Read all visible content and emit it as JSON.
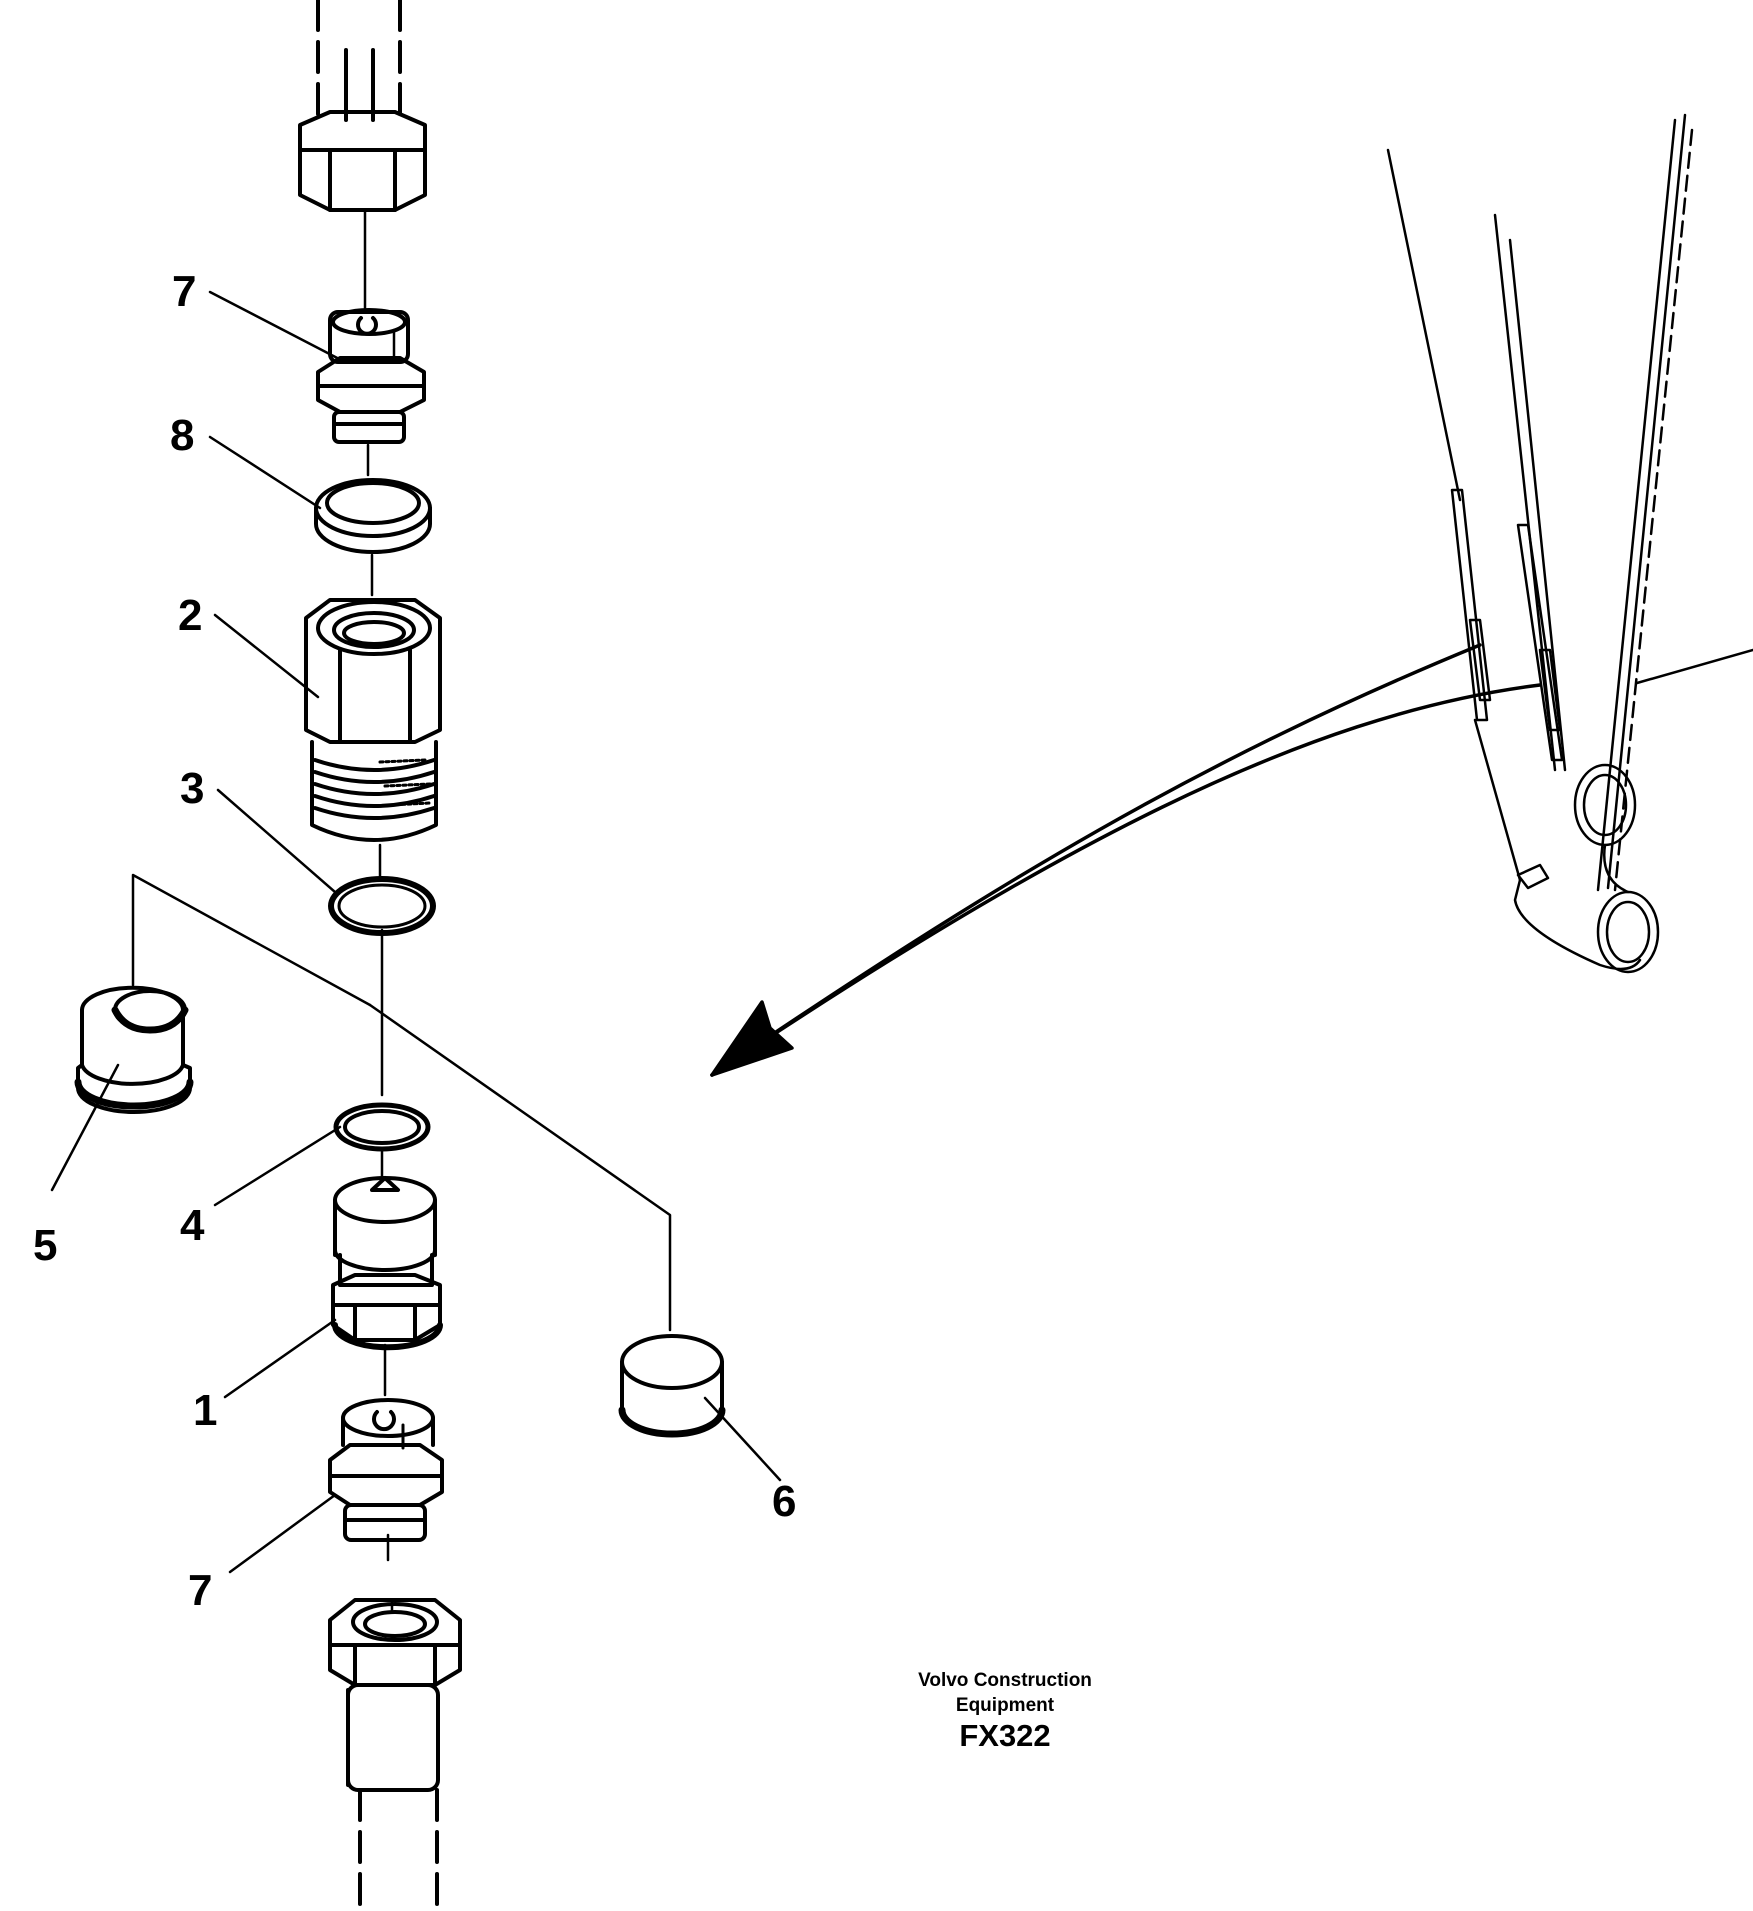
{
  "callouts": {
    "c7_top": "7",
    "c8": "8",
    "c2": "2",
    "c3": "3",
    "c5": "5",
    "c4": "4",
    "c1": "1",
    "c6": "6",
    "c7_bottom": "7"
  },
  "credit": {
    "line1": "Volvo Construction",
    "line2": "Equipment",
    "code": "FX322"
  }
}
